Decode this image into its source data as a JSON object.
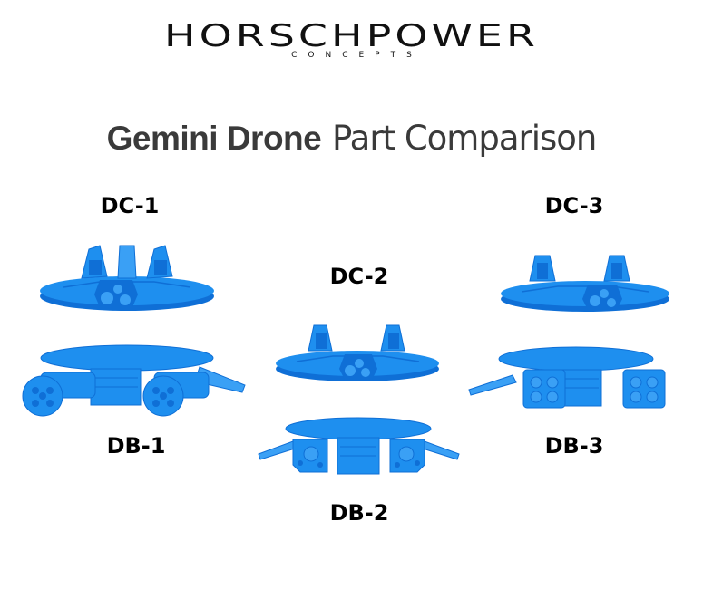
{
  "brand": {
    "name": "HORSCHPOWER",
    "tagline": "CONCEPTS"
  },
  "title": {
    "bold": "Gemini Drone",
    "light": "Part Comparison"
  },
  "colors": {
    "part_blue": "#1e8fef",
    "part_shadow": "#0f6fd6",
    "part_highlight": "#5ab4ff",
    "text": "#000000",
    "title": "#3a3a3a"
  },
  "parts": {
    "dc1": {
      "label": "DC-1",
      "type": "cap",
      "variant": "three fins, center antenna"
    },
    "dc2": {
      "label": "DC-2",
      "type": "cap",
      "variant": "two fins"
    },
    "dc3": {
      "label": "DC-3",
      "type": "cap",
      "variant": "two fins"
    },
    "db1": {
      "label": "DB-1",
      "type": "body",
      "variant": "twin rotary cannons"
    },
    "db2": {
      "label": "DB-2",
      "type": "body",
      "variant": "twin round-port pods"
    },
    "db3": {
      "label": "DB-3",
      "type": "body",
      "variant": "twin quad missile pods"
    }
  }
}
